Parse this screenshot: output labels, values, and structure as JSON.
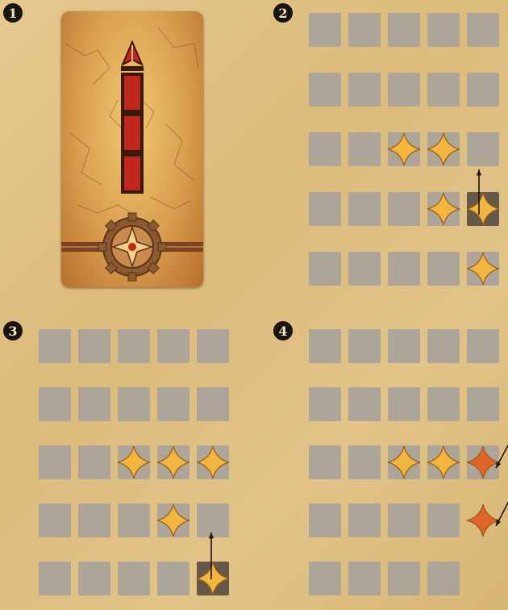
{
  "steps": {
    "one": "1",
    "two": "2",
    "three": "3",
    "four": "4"
  },
  "colors": {
    "background": "#e2c388",
    "cell": "#a8a39a",
    "cell_dark": "#5a4f43",
    "star_yellow": "#f2b640",
    "star_orange": "#e0632a",
    "card_red": "#c0281d",
    "arrow": "#1a1410"
  },
  "icons": [
    "arrowhead-icon",
    "gear-compass-icon",
    "star-token-icon",
    "arrow-icon"
  ]
}
